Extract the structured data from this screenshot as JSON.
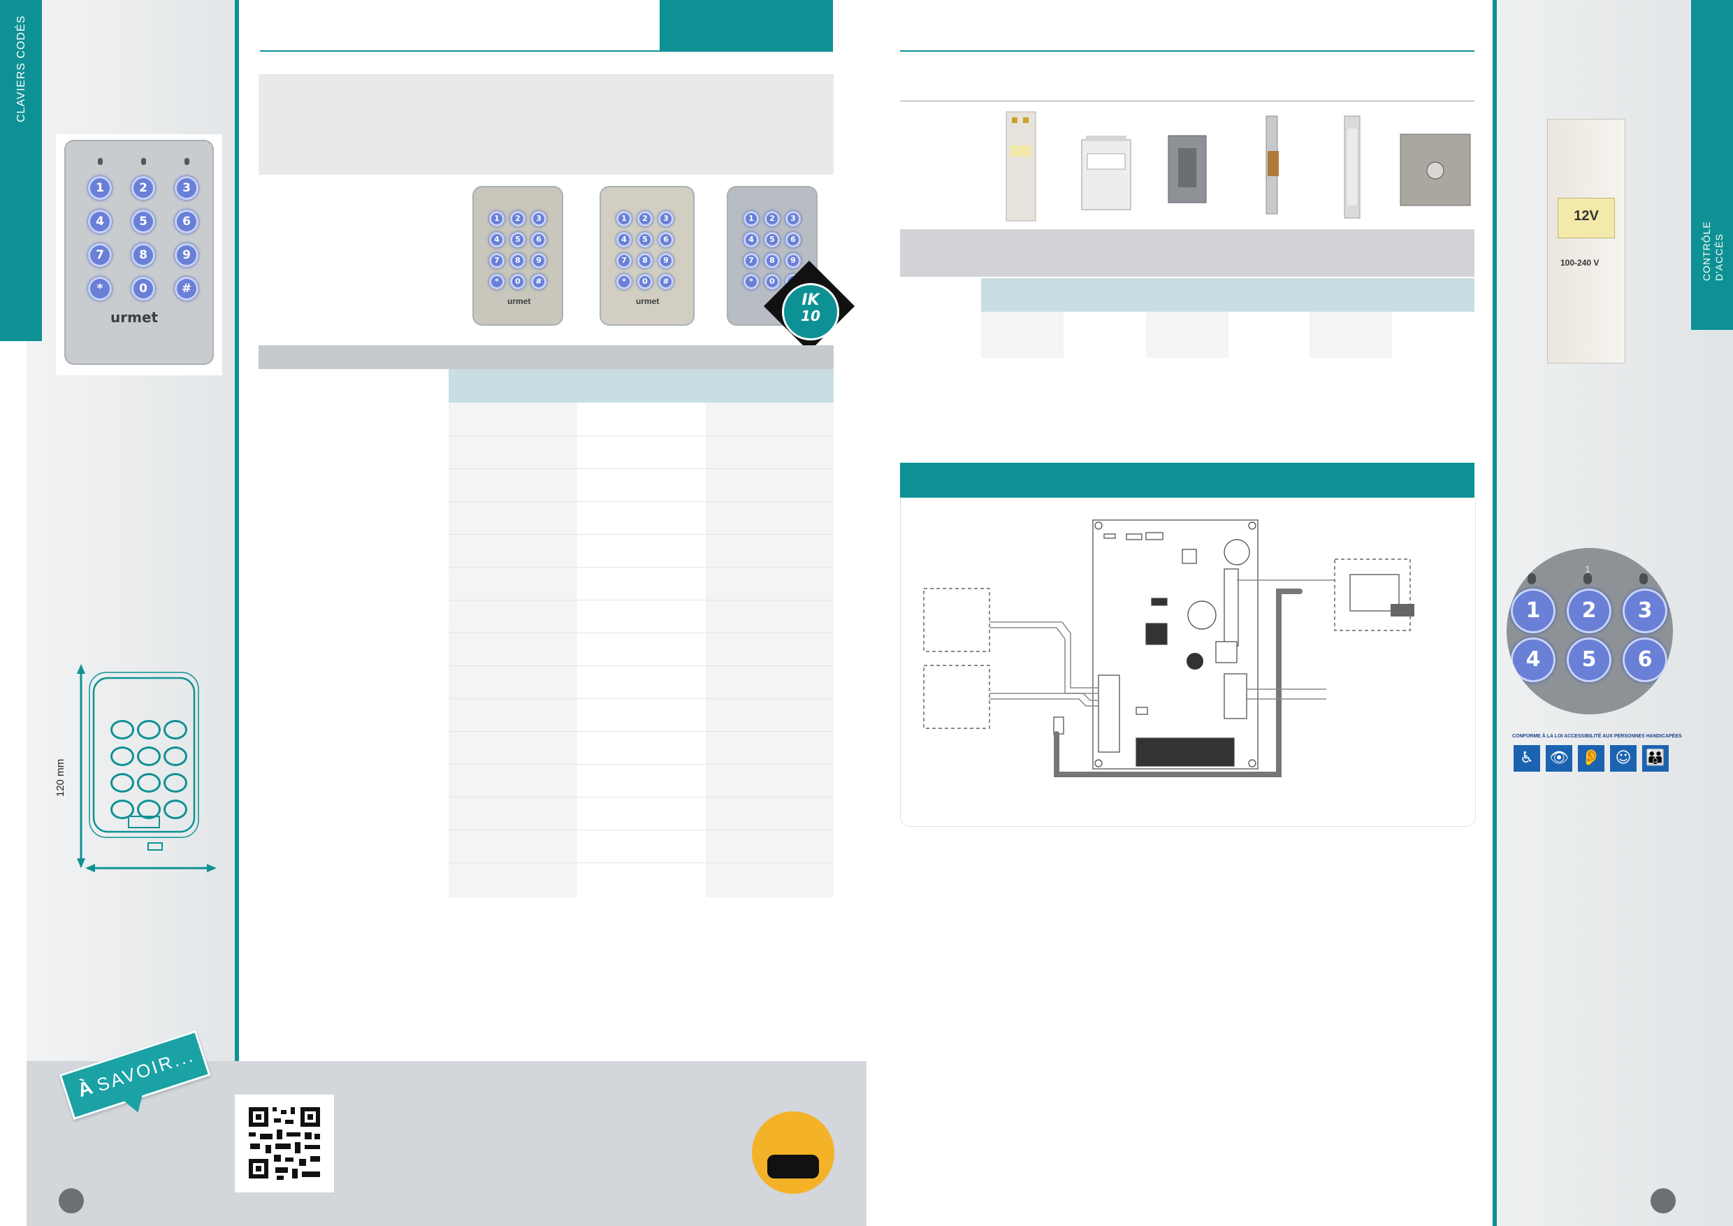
{
  "left_tab": {
    "label": "CLAVIERS CODÉS"
  },
  "right_tab": {
    "label_line1": "CONTRÔLE",
    "label_line2": "D'ACCÈS"
  },
  "dimension": {
    "height_label": "120 mm"
  },
  "brand": {
    "logo_text": "urmet"
  },
  "ik_badge": {
    "line1": "IK",
    "line2": "10"
  },
  "keypad_keys": [
    "1",
    "2",
    "3",
    "4",
    "5",
    "6",
    "7",
    "8",
    "9",
    "*",
    "0",
    "#"
  ],
  "a_savoir": {
    "first": "À",
    "rest": " SAVOIR..."
  },
  "power_supply": {
    "label_main": "12V",
    "label_range": "100-240 V"
  },
  "zoom_keypad": {
    "keys": [
      "1",
      "2",
      "3",
      "4",
      "5",
      "6"
    ],
    "led_label": "1"
  },
  "accessibility": {
    "caption": "CONFORME À LA LOI ACCESSIBILITÉ AUX PERSONNES HANDICAPÉES",
    "icons": [
      "wheelchair-icon",
      "visual-impairment-icon",
      "hearing-impairment-icon",
      "mental-impairment-icon",
      "family-icon"
    ]
  },
  "colors": {
    "accent": "#0e9194",
    "light_teal": "#c9dee2",
    "grey_band": "#d3d6da",
    "orange": "#f4b228"
  }
}
